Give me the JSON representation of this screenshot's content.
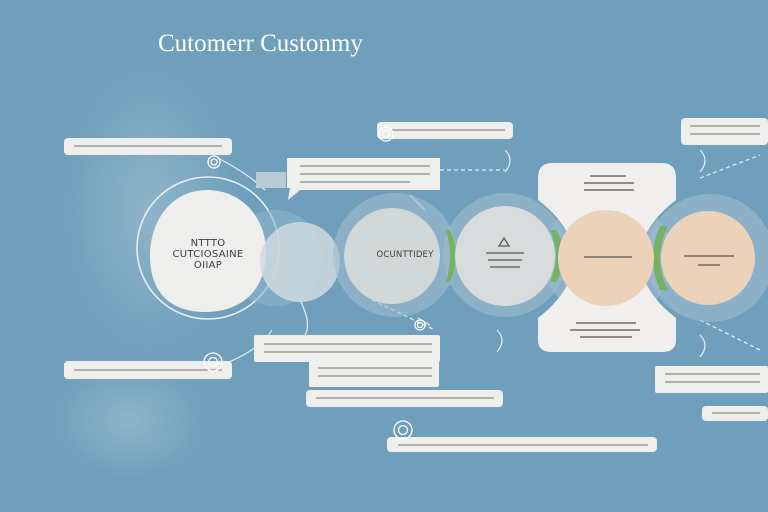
{
  "title": "Cutomerr Custonmy",
  "node_a": {
    "line_1": "NTTTO",
    "line_2": "CUTCIOSAINE",
    "line_3": "OIIAP"
  },
  "node_b": {
    "label": "OCUNTTIDEY"
  },
  "colors": {
    "background": "#6f9fbb",
    "panel": "#eeeeec",
    "bubble_grey": "#d2d7d8",
    "bubble_peach": "#ecd2b8",
    "accent_green": "#75b261",
    "ring": "#e3ecf1"
  }
}
